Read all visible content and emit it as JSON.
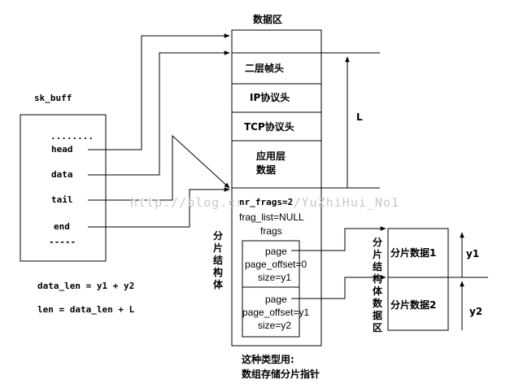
{
  "data_area_title": "数据区",
  "data_area_rows": [
    "二层帧头",
    "IP协议头",
    "TCP协议头",
    "应用层",
    "数据"
  ],
  "length_label": "L",
  "sk_buff": {
    "title": "sk_buff",
    "top_dots": "........",
    "fields": [
      "head",
      "data",
      "tail",
      "end"
    ],
    "bottom_dots": "-----"
  },
  "formulas": [
    "data_len = y1 + y2",
    "len = data_len + L"
  ],
  "shared_info": {
    "nr_frags": "nr_frags=2",
    "frag_list": "frag_list=NULL",
    "frags": "frags",
    "frag_entries": [
      {
        "page": "page",
        "offset": "page_offset=0",
        "size": "size=y1"
      },
      {
        "page": "page",
        "offset": "page_offset=y1",
        "size": "size=y2"
      }
    ]
  },
  "frag_struct_label": "分片结构体",
  "frag_data_area_label": "分片结构体数据区",
  "frag_data": [
    "分片数据1",
    "分片数据2"
  ],
  "frag_dims": [
    "y1",
    "y2"
  ],
  "caption": [
    "这种类型用:",
    "数组存储分片指针"
  ],
  "watermark": "http://blog.csdn.net/YuZhiHui_No1"
}
